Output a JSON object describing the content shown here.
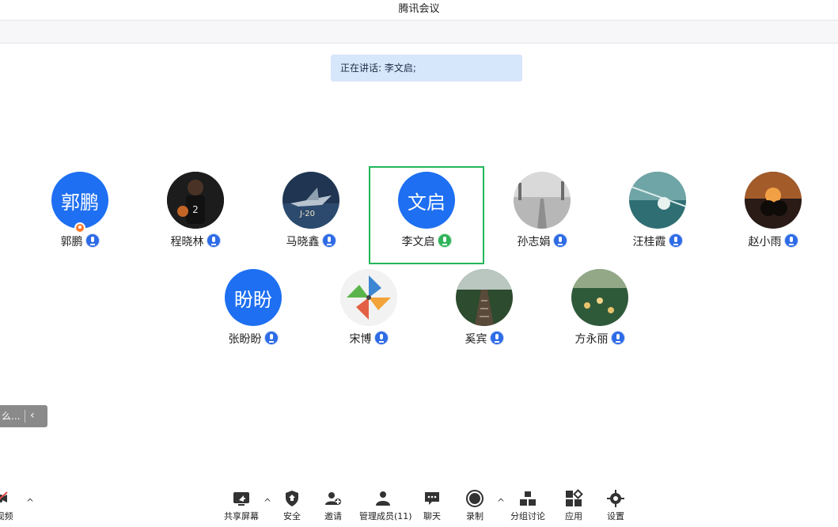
{
  "window": {
    "title": "腾讯会议"
  },
  "speaking_banner": {
    "text": "正在讲话: 李文启;"
  },
  "participants": [
    {
      "name": "郭鹏",
      "avatar_text": "郭鹏",
      "avatar_kind": "text",
      "mic": "muted",
      "host": true
    },
    {
      "name": "程晓林",
      "avatar_text": "",
      "avatar_kind": "photo-basketball",
      "mic": "muted"
    },
    {
      "name": "马晓鑫",
      "avatar_text": "J-20",
      "avatar_kind": "photo-jet",
      "mic": "muted"
    },
    {
      "name": "李文启",
      "avatar_text": "文启",
      "avatar_kind": "text",
      "mic": "speaking",
      "active": true
    },
    {
      "name": "孙志娟",
      "avatar_text": "",
      "avatar_kind": "photo-road",
      "mic": "muted"
    },
    {
      "name": "汪桂霞",
      "avatar_text": "",
      "avatar_kind": "photo-drop",
      "mic": "muted"
    },
    {
      "name": "赵小雨",
      "avatar_text": "",
      "avatar_kind": "photo-sunset",
      "mic": "muted"
    },
    {
      "name": "张盼盼",
      "avatar_text": "盼盼",
      "avatar_kind": "text",
      "mic": "muted"
    },
    {
      "name": "宋博",
      "avatar_text": "",
      "avatar_kind": "photo-pinwheel",
      "mic": "muted"
    },
    {
      "name": "奚宾",
      "avatar_text": "",
      "avatar_kind": "photo-rails",
      "mic": "muted"
    },
    {
      "name": "方永丽",
      "avatar_text": "",
      "avatar_kind": "photo-flowers",
      "mic": "muted"
    }
  ],
  "side_pill": {
    "text": "么...",
    "arrow": "‹"
  },
  "toolbar": {
    "video_label": "启视频",
    "share_label": "共享屏幕",
    "security_label": "安全",
    "invite_label": "邀请",
    "members_label": "管理成员(11)",
    "chat_label": "聊天",
    "record_label": "录制",
    "breakout_label": "分组讨论",
    "apps_label": "应用",
    "settings_label": "设置",
    "caret": "^"
  },
  "colors": {
    "accent_blue": "#1e6ff1",
    "speaking_green": "#21b75a",
    "banner_bg": "#d6e6fb"
  }
}
